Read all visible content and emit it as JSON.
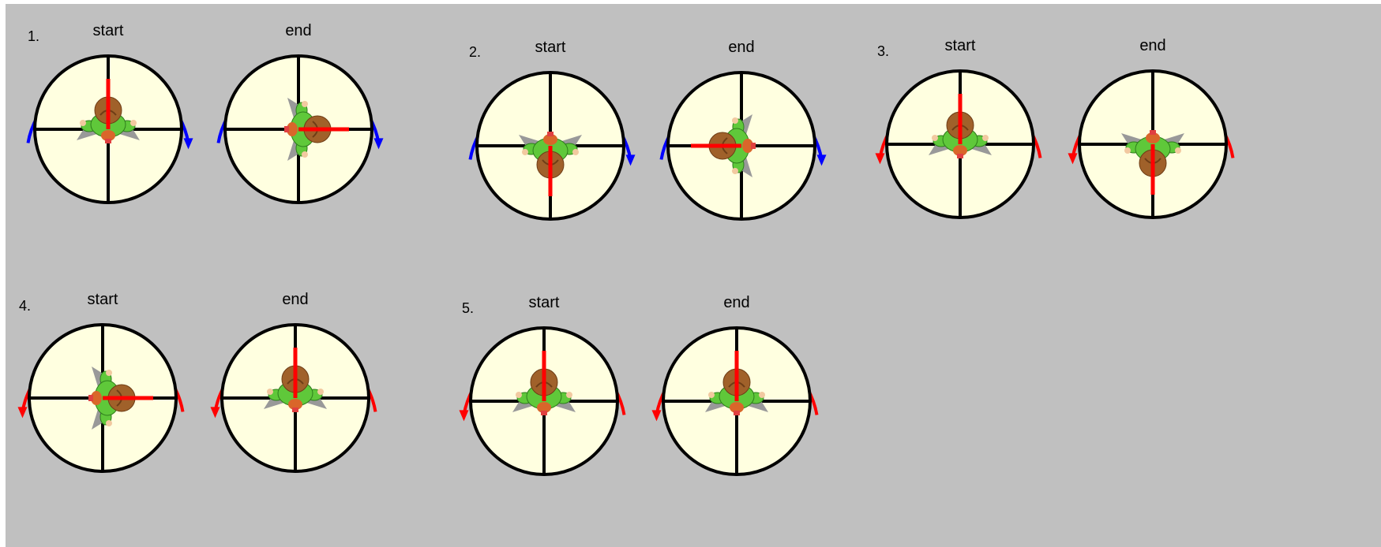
{
  "colors": {
    "background": "#c0c0c0",
    "dial_fill": "#ffffe0",
    "dial_stroke": "#000000",
    "pointer": "#ff0000",
    "arrow_clockwise": "#0000ff",
    "arrow_counterclockwise": "#ff0000",
    "shirt": "#5fc83a",
    "hair": "#a0612a"
  },
  "icons": {
    "person": "person-top-view-icon",
    "arrow": "rotation-arrow-icon"
  },
  "labels": {
    "start": "start",
    "end": "end"
  },
  "items": [
    {
      "number": "1.",
      "direction": "clockwise",
      "start": {
        "pointer_deg": 0,
        "facing_deg": 180
      },
      "end": {
        "pointer_deg": 90,
        "facing_deg": 270
      }
    },
    {
      "number": "2.",
      "direction": "clockwise",
      "start": {
        "pointer_deg": 180,
        "facing_deg": 0
      },
      "end": {
        "pointer_deg": 270,
        "facing_deg": 90
      }
    },
    {
      "number": "3.",
      "direction": "counterclockwise",
      "start": {
        "pointer_deg": 0,
        "facing_deg": 180
      },
      "end": {
        "pointer_deg": 180,
        "facing_deg": 0
      }
    },
    {
      "number": "4.",
      "direction": "counterclockwise",
      "start": {
        "pointer_deg": 90,
        "facing_deg": 270
      },
      "end": {
        "pointer_deg": 0,
        "facing_deg": 180
      }
    },
    {
      "number": "5.",
      "direction": "counterclockwise",
      "start": {
        "pointer_deg": 0,
        "facing_deg": 180
      },
      "end": {
        "pointer_deg": 0,
        "facing_deg": 180
      }
    }
  ]
}
